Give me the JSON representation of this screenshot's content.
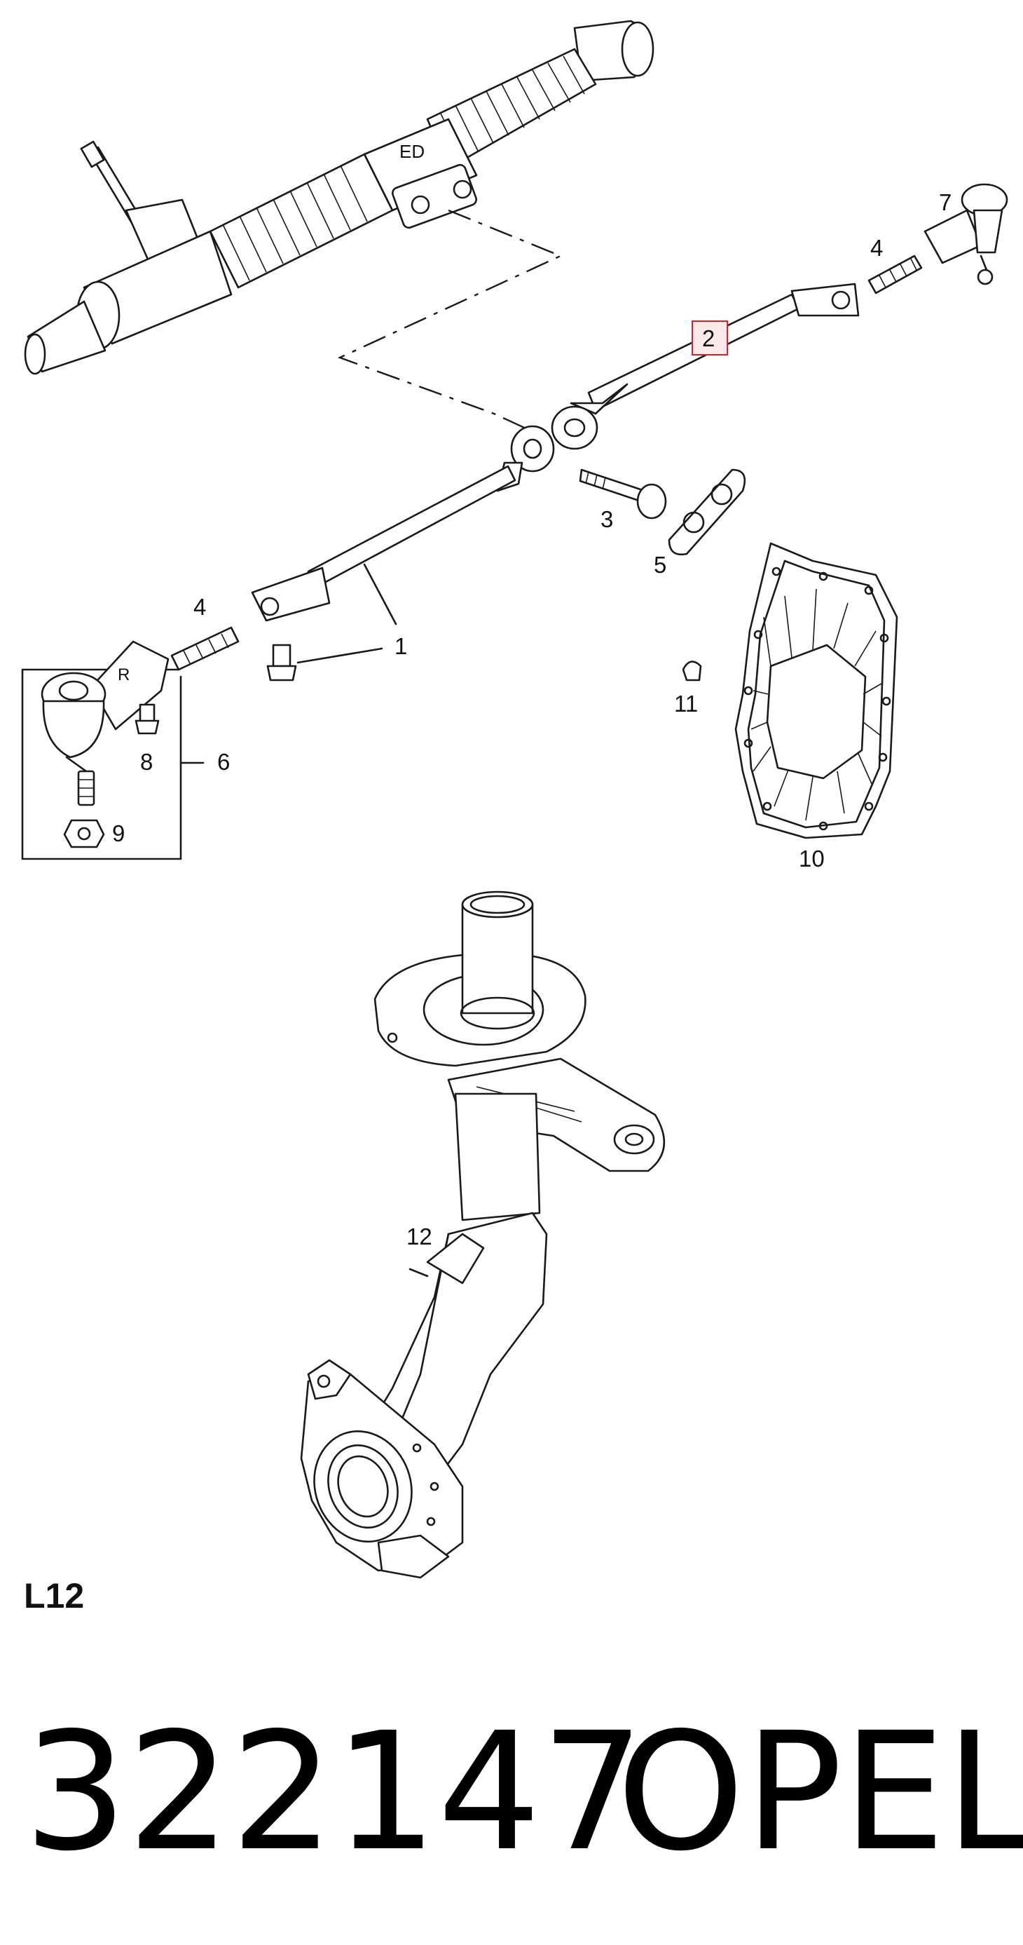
{
  "diagram": {
    "section_label": "L12",
    "callouts": {
      "tie_rod_left": "1",
      "tie_rod_right": "2",
      "bolt": "3",
      "adjuster_left": "4",
      "adjuster_right": "4",
      "lock_plate": "5",
      "tie_rod_end_group": "6",
      "tie_rod_end_right": "7",
      "clamp_bolt": "8",
      "castle_nut": "9",
      "splash_shield": "10",
      "rivet": "11",
      "strut_knuckle": "12"
    },
    "highlight_color": "#d2232a"
  },
  "footer": {
    "part_number": "322147",
    "brand": "OPEL"
  }
}
